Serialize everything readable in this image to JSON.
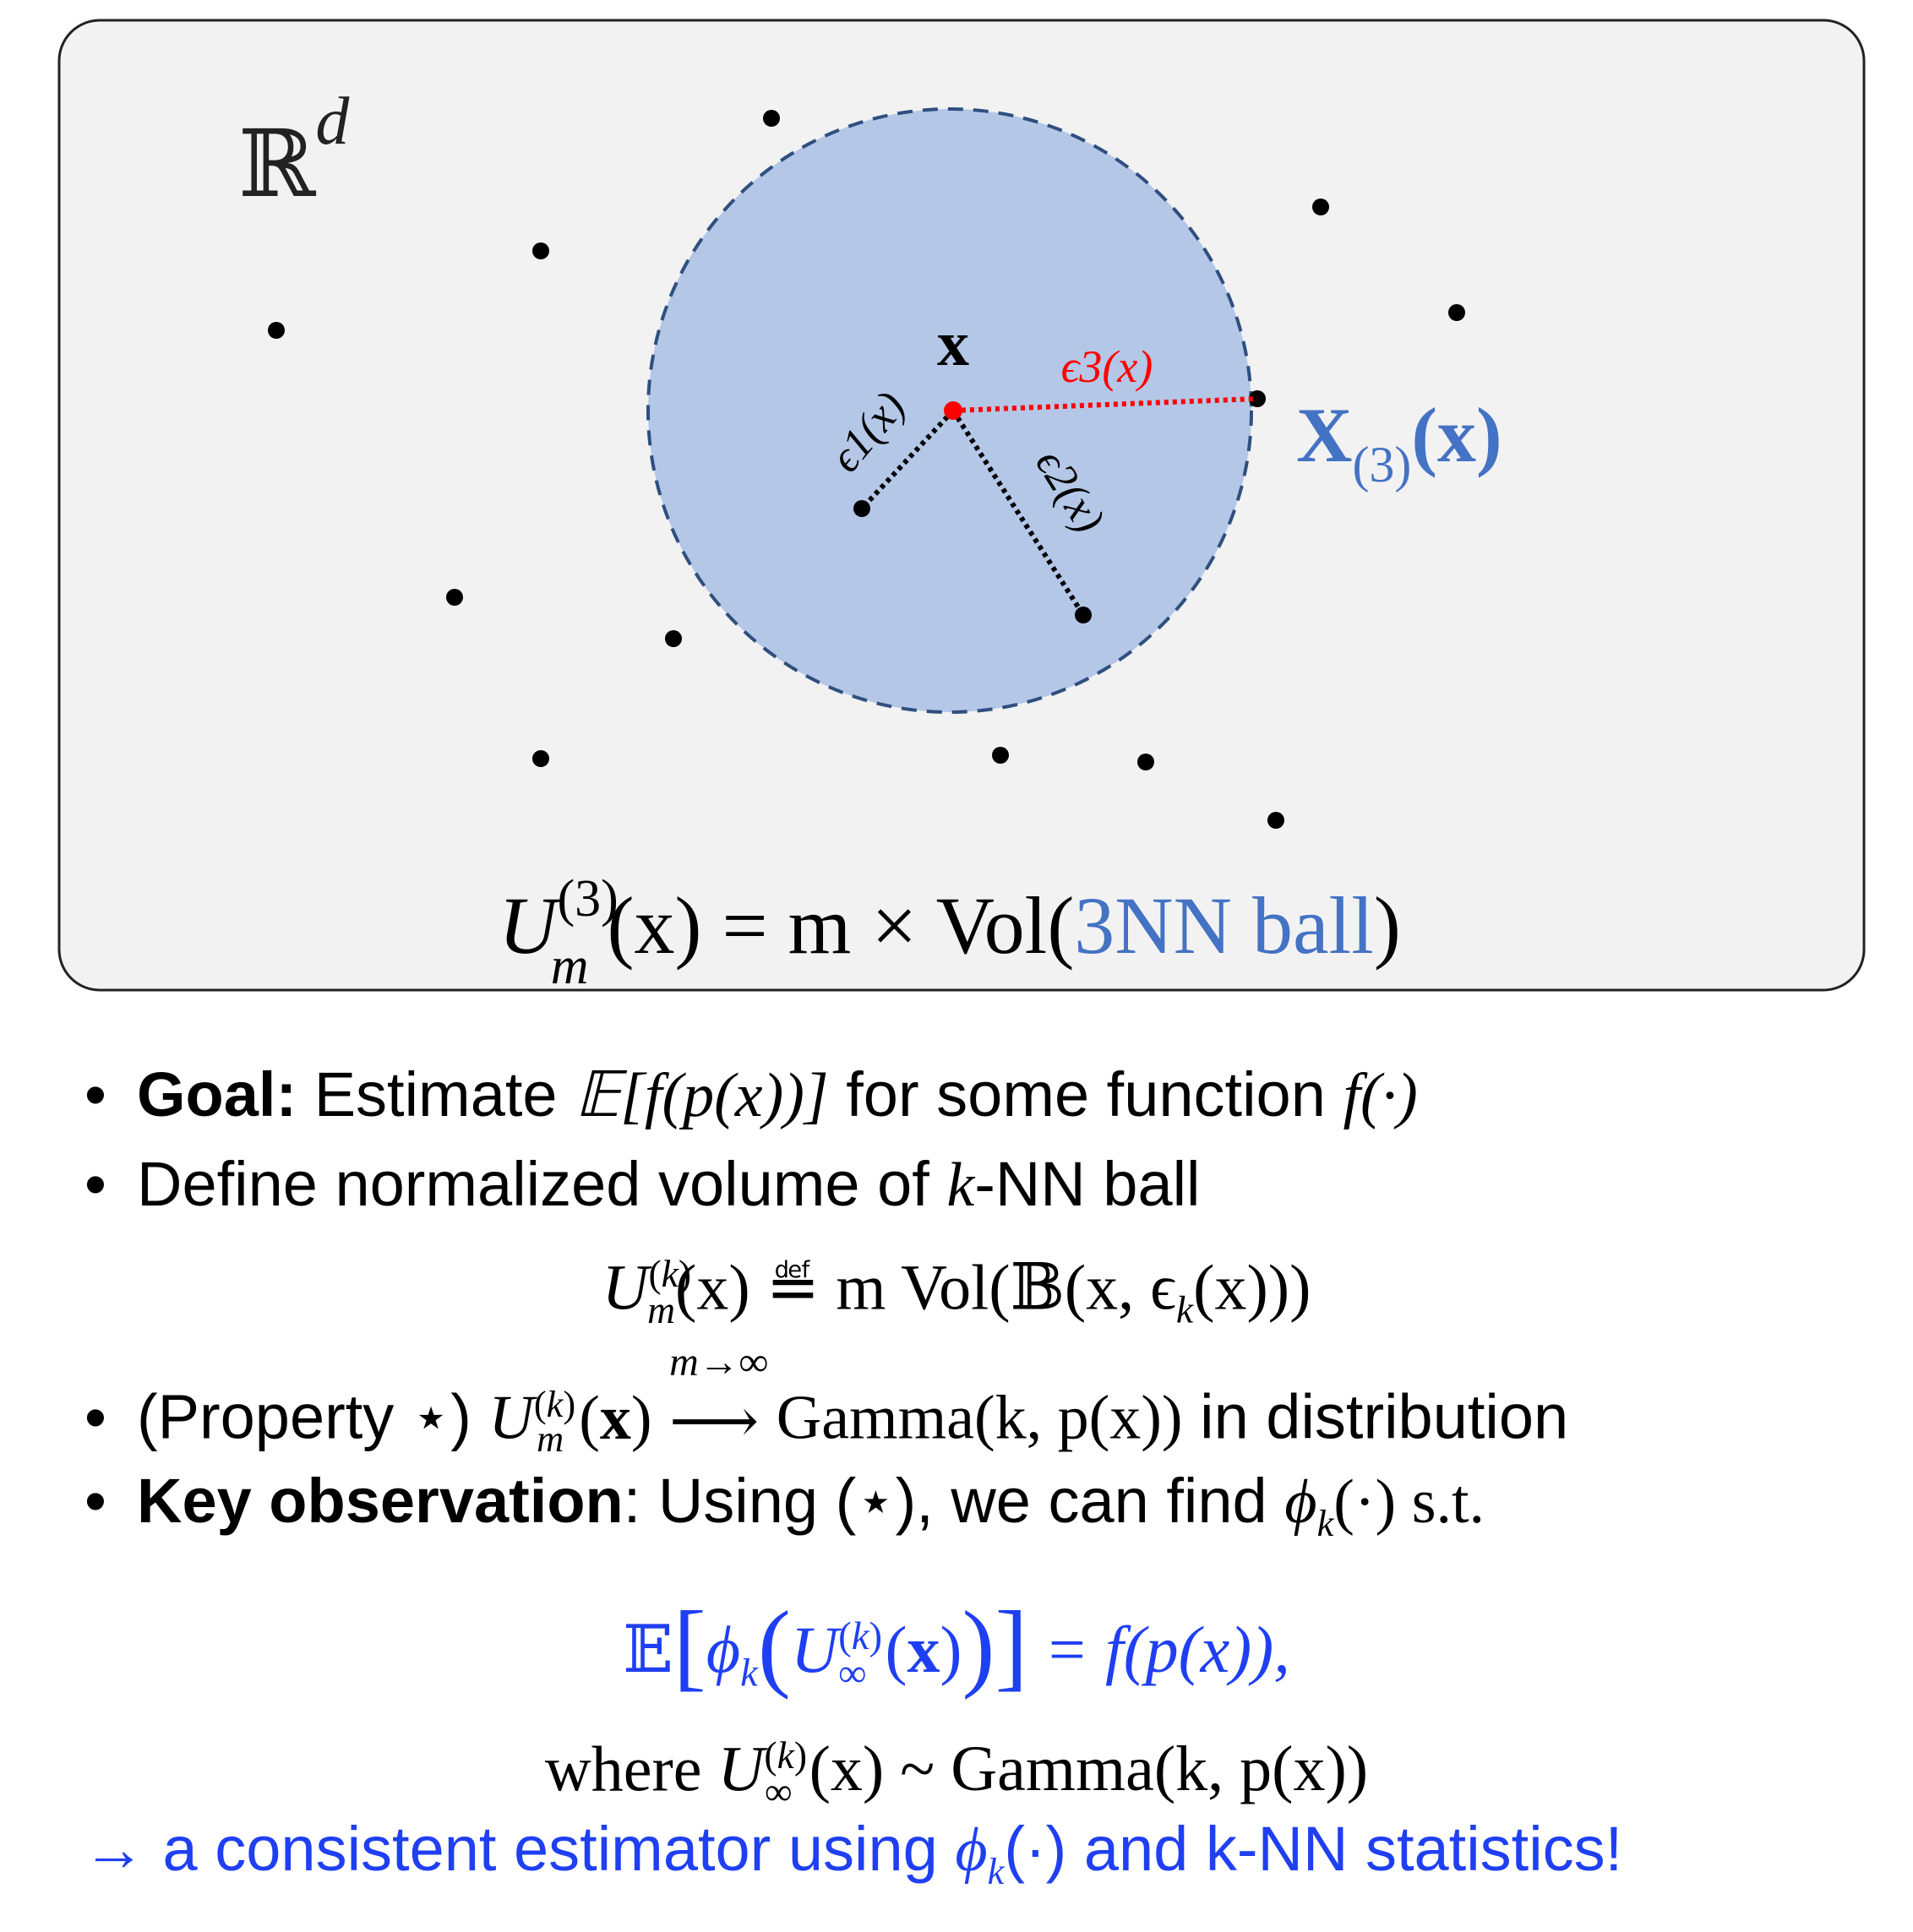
{
  "diagram": {
    "space_label": "ℝ",
    "space_sup": "d",
    "center_label": "x",
    "eps1_label": "ϵ1(x)",
    "eps2_label": "ϵ2(x)",
    "eps3_label": "ϵ3(x)",
    "neighbor_label_main": "X",
    "neighbor_label_sub": "(3)",
    "neighbor_label_arg": "(x)",
    "formula_left": "U",
    "formula_sup": "(3)",
    "formula_sub": "m",
    "formula_mid": "(x) = m × Vol(",
    "formula_highlight": "3NN ball",
    "formula_end": ")",
    "colors": {
      "panel_bg": "#f2f2f2",
      "ball_fill": "#b4c7e7",
      "ball_stroke": "#2f4f7f",
      "accent_red": "#ff0000",
      "accent_blue": "#4472c4"
    }
  },
  "bullets": {
    "goal_label": "Goal:",
    "goal_text": "Estimate",
    "goal_expr": "𝔼[f(p(x))]",
    "goal_tail": "for some function",
    "goal_fn": "f(·)",
    "define_text": "Define normalized volume of",
    "define_k": "k",
    "define_tail": "-NN ball",
    "def_eq_lhs": "U",
    "def_eq_mid": "(x) ≝ m Vol(𝔹(x, ϵ",
    "def_eq_end": "(x)))",
    "property_label": "(Property ⋆)",
    "property_arrow_label": "m→∞",
    "property_rhs": "Gamma(k, p(x))",
    "property_tail": "in distribution",
    "key_label": "Key observation",
    "key_text": ": Using (⋆), we can find",
    "key_fn": "ϕ",
    "key_tail": "(·) s.t.",
    "expect_eq": "= f(p(x)),",
    "where_text": "where",
    "where_rhs": "(x) ~ Gamma(k, p(x))",
    "conclusion_prefix": "→ a consistent estimator using",
    "conclusion_tail": "(·) and k-NN statistics!"
  }
}
